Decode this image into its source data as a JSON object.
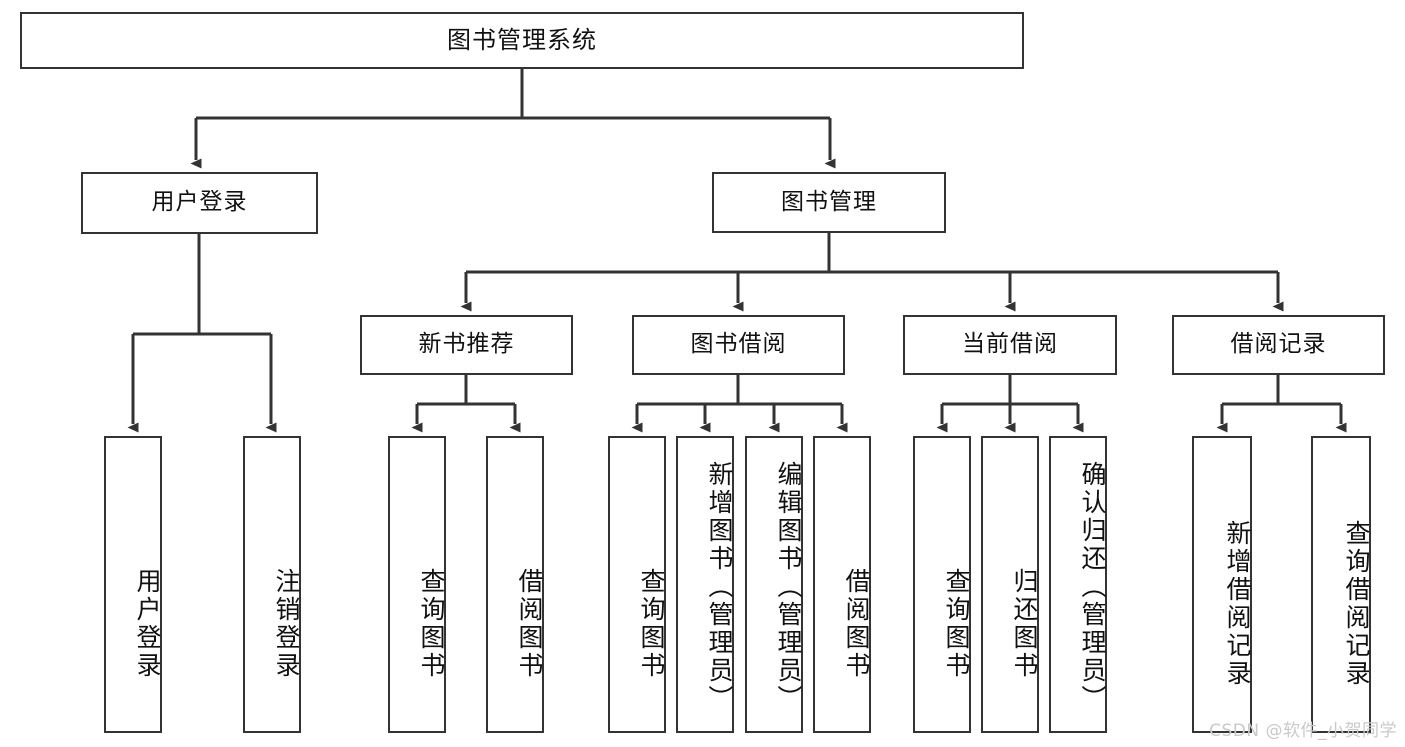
{
  "diagram": {
    "title": "图书管理系统",
    "type": "tree",
    "orientation": "top-down",
    "colors": {
      "box_border": "#333333",
      "box_fill": "#ffffff",
      "edge": "#333333",
      "text": "#111111",
      "watermark": "#c9c9c9",
      "background": "#ffffff"
    },
    "root": {
      "label": "图书管理系统"
    },
    "level2": [
      {
        "label": "用户登录"
      },
      {
        "label": "图书管理"
      }
    ],
    "level3": [
      {
        "label": "新书推荐"
      },
      {
        "label": "图书借阅"
      },
      {
        "label": "当前借阅"
      },
      {
        "label": "借阅记录"
      }
    ],
    "leaves": {
      "user_login": [
        {
          "label": "用户登录"
        },
        {
          "label": "注销登录"
        }
      ],
      "new_book": [
        {
          "label": "查询图书"
        },
        {
          "label": "借阅图书"
        }
      ],
      "book_borrow": [
        {
          "label": "查询图书"
        },
        {
          "label": "新增图书（管理员）"
        },
        {
          "label": "编辑图书（管理员）"
        },
        {
          "label": "借阅图书"
        }
      ],
      "current_borrow": [
        {
          "label": "查询图书"
        },
        {
          "label": "归还图书"
        },
        {
          "label": "确认归还（管理员）"
        }
      ],
      "borrow_record": [
        {
          "label": "新增借阅记录"
        },
        {
          "label": "查询借阅记录"
        }
      ]
    }
  },
  "watermark": {
    "text": "CSDN @软件_小贺同学"
  }
}
